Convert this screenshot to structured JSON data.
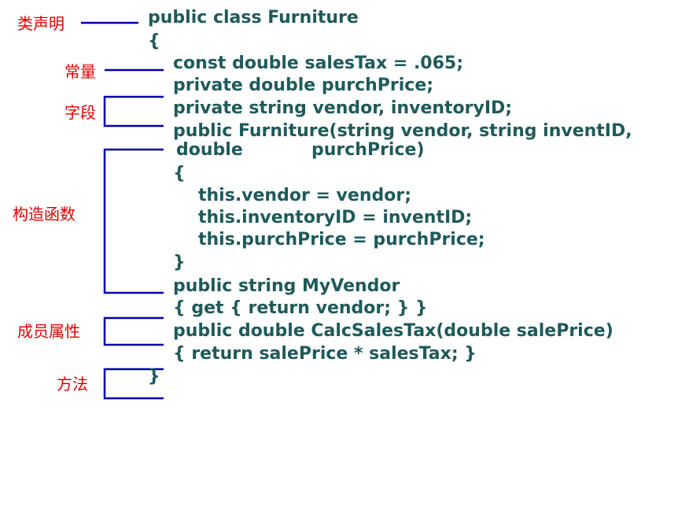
{
  "labels": {
    "class_decl": "类声明",
    "constant": "常量",
    "fields": "字段",
    "constructor": "构造函数",
    "property": "成员属性",
    "method": "方法"
  },
  "code": {
    "line1": "public class Furniture",
    "line2": "{",
    "line3": "const double salesTax = .065;",
    "line4": "private double purchPrice;",
    "line5": "private string vendor, inventoryID;",
    "line6": "public Furniture(string vendor, string inventID,",
    "line7a": "double",
    "line7b": "purchPrice)",
    "line8": "{",
    "line9": "this.vendor = vendor;",
    "line10": "this.inventoryID = inventID;",
    "line11": "this.purchPrice = purchPrice;",
    "line12": "}",
    "line13": "public string MyVendor",
    "line14": "{ get { return vendor; } }",
    "line15": "public double CalcSalesTax(double salePrice)",
    "line16": "{ return salePrice * salesTax; }",
    "line17": "}"
  },
  "colors": {
    "code": "#1f5a5a",
    "label": "#e00000",
    "bracket": "#0000aa"
  }
}
